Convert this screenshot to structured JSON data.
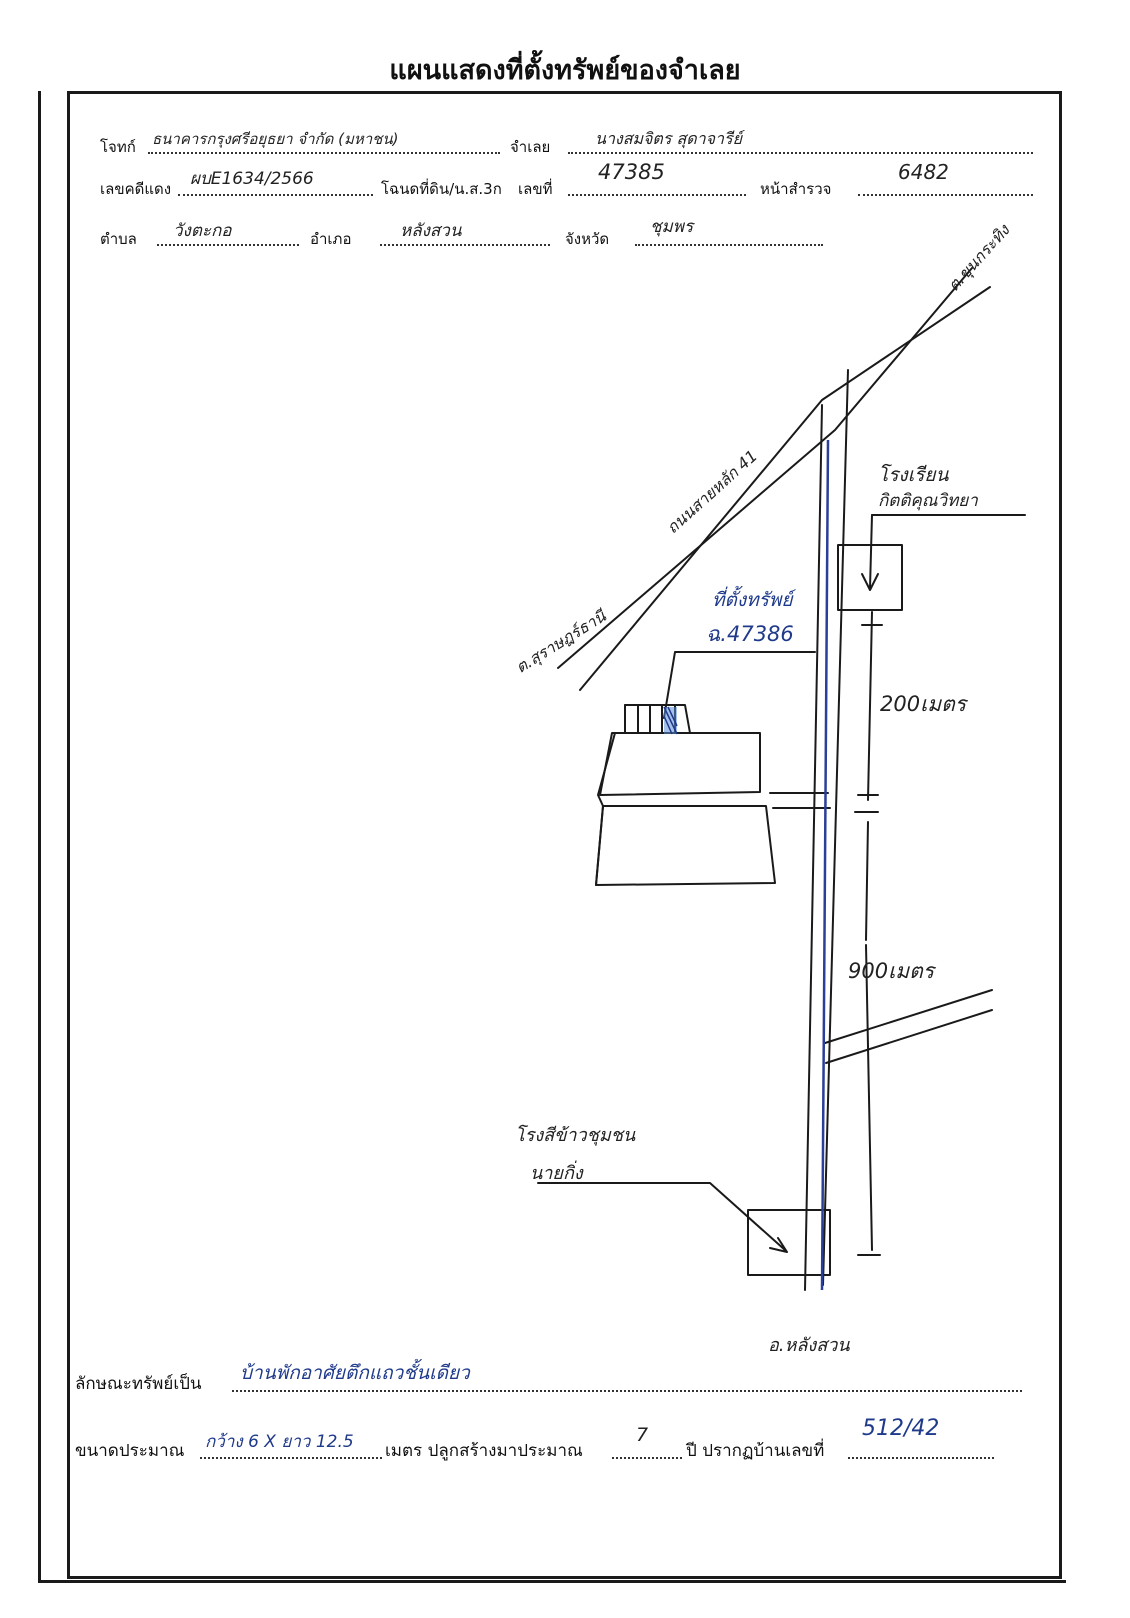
{
  "header": {
    "title": "แผนแสดงที่ตั้งทรัพย์ของจำเลย"
  },
  "form": {
    "plaintiff_label": "โจทก์",
    "plaintiff_value": "ธนาคารกรุงศรีอยุธยา จำกัด (มหาชน)",
    "defendant_label": "จำเลย",
    "defendant_value": "นางสมจิตร สุดาจารีย์",
    "red_case_label": "เลขคดีแดง",
    "red_case_value": "ผบE1634/2566",
    "land_title_label": "โฉนดที่ดิน/น.ส.3ก",
    "land_no_label": "เลขที่",
    "land_no_value": "47385",
    "survey_page_label": "หน้าสำรวจ",
    "survey_page_value": "6482",
    "subdistrict_label": "ตำบล",
    "subdistrict_value": "วังตะกอ",
    "district_label": "อำเภอ",
    "district_value": "หลังสวน",
    "province_label": "จังหวัด",
    "province_value": "ชุมพร"
  },
  "map": {
    "road_ne": "ต.ขุนกระทิง",
    "road_diag": "ถนนสายหลัก 41",
    "road_sw": "ต.สุราษฎร์ธานี",
    "school": "โรงเรียน",
    "school_name": "กิตติคุณวิทยา",
    "property_label": "ที่ตั้งทรัพย์",
    "property_title": "ฉ.47386",
    "dist_200": "200เมตร",
    "dist_900": "900เมตร",
    "rice_mill": "โรงสีข้าวชุมชน",
    "rice_mill_owner": "นายกิ่ง",
    "to_town": "อ.หลังสวน"
  },
  "footer": {
    "property_type_label": "ลักษณะทรัพย์เป็น",
    "property_type_value": "บ้านพักอาศัยตึกแถวชั้นเดียว",
    "size_label": "ขนาดประมาณ",
    "size_value": "กว้าง 6 X ยาว 12.5",
    "meter_label": "เมตร ปลูกสร้างมาประมาณ",
    "years_value": "7",
    "house_no_label": "ปี ปรากฏบ้านเลขที่",
    "house_no_value": "512/42"
  }
}
